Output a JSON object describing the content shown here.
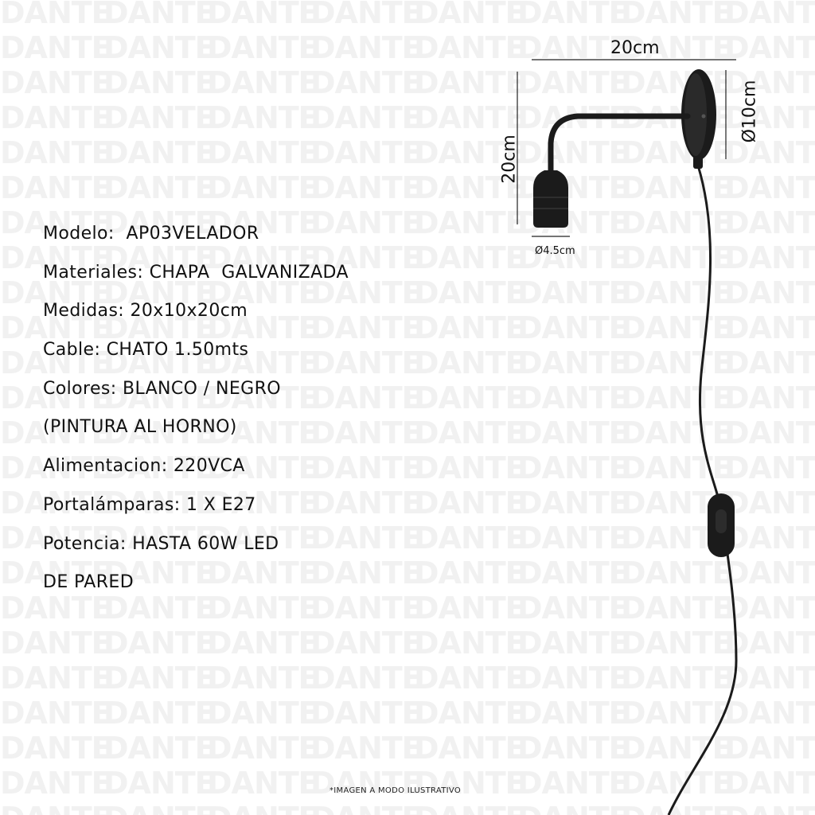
{
  "watermark": {
    "text": "DANTE"
  },
  "specs": [
    "Modelo:  AP03VELADOR",
    "Materiales: CHAPA  GALVANIZADA",
    "Medidas: 20x10x20cm",
    "Cable: CHATO 1.50mts",
    "Colores: BLANCO / NEGRO",
    "(PINTURA AL HORNO)",
    "Alimentacion: 220VCA",
    "Portalámparas: 1 X E27",
    "Potencia: HASTA 60W LED",
    "DE PARED"
  ],
  "dimensions": {
    "width": "20cm",
    "height": "20cm",
    "plate_diameter": "Ø10cm",
    "socket_diameter": "Ø4.5cm"
  },
  "footnote": "*IMAGEN A MODO ILUSTRATIVO",
  "colors": {
    "lamp": "#1b1b1b",
    "text": "#111111",
    "watermark": "#f1f1f1"
  }
}
